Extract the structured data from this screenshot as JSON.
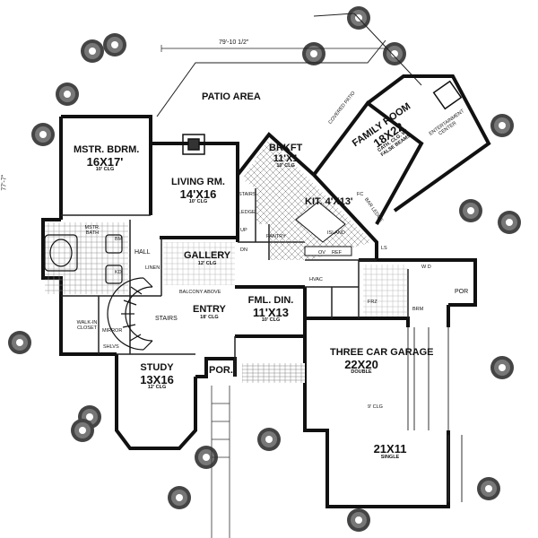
{
  "dimension": "79'-10 1/2\"",
  "side_dimension": "77'-7\"",
  "rooms": {
    "patio": {
      "name": "PATIO AREA"
    },
    "covered_patio": {
      "name": "COVERED PATIO"
    },
    "master_bedroom": {
      "name": "MSTR. BDRM.",
      "size": "16X17'",
      "ceiling": "10' CLG"
    },
    "living_room": {
      "name": "LIVING RM.",
      "size": "14'X16",
      "ceiling": "10' CLG"
    },
    "breakfast": {
      "name": "BRKFT",
      "size": "11'X1",
      "ceiling": "10' CLG"
    },
    "family_room": {
      "name": "FAMILY ROOM",
      "size": "18X22",
      "ceiling": "CATH. CLG. W/",
      "extra": "FALSE BEAMS",
      "center": "ENTERTAINMENT CENTER"
    },
    "kitchen": {
      "name": "KIT.",
      "size": "4'X13'"
    },
    "master_bath": {
      "name": "MSTR. BATH"
    },
    "hall": {
      "name": "HALL"
    },
    "gallery": {
      "name": "GALLERY",
      "ceiling": "12' CLG"
    },
    "linen": {
      "name": "LINEN"
    },
    "balcony": {
      "name": "BALCONY ABOVE"
    },
    "entry": {
      "name": "ENTRY",
      "ceiling": "18' CLG"
    },
    "stairs": {
      "name": "STAIRS"
    },
    "dining": {
      "name": "FML. DIN.",
      "size": "11'X13",
      "ceiling": "10' CLG"
    },
    "walk_in_closet": {
      "name": "WALK-IN CLOSET"
    },
    "mirror": {
      "name": "MIRROR"
    },
    "shelves": {
      "name": "SHLVS"
    },
    "study": {
      "name": "STUDY",
      "size": "13X16",
      "ceiling": "12' CLG"
    },
    "porch": {
      "name": "POR."
    },
    "garage": {
      "name": "THREE CAR GARAGE",
      "size": "22X20",
      "type": "DOUBLE",
      "ceiling": "9' CLG"
    },
    "garage_single": {
      "size": "21X11",
      "type": "SINGLE"
    },
    "pantry": {
      "name": "PANTRY"
    },
    "side_porch": {
      "name": "POR"
    }
  },
  "small_labels": {
    "stairs": "STAIRS",
    "ledge": "LEDGE",
    "up": "UP",
    "dn": "DN",
    "fc": "FC",
    "bar_ledge": "BAR LEDGE",
    "island": "ISLAND",
    "ov": "OV",
    "ref": "REF",
    "wd": "W D",
    "frz": "FRZ",
    "brm": "BRM",
    "bm": "BM",
    "kd": "KD",
    "ls": "LS",
    "hvac": "HVAC"
  }
}
